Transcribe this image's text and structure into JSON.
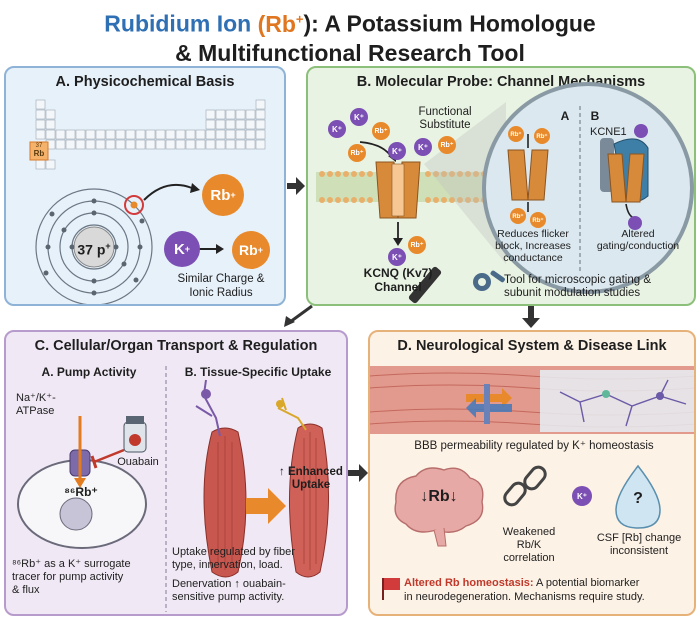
{
  "title": {
    "part1": "Rubidium Ion",
    "part2": "(Rb",
    "part2_sup": "+",
    "part3": "): A Potassium Homologue",
    "line2": "& Multifunctional Research Tool"
  },
  "panelA": {
    "heading": "A. Physicochemical Basis",
    "rb_cell_number": "37",
    "rb_cell_symbol": "Rb",
    "nucleus": "37 p",
    "nucleus_sup": "+",
    "rb_ion": "Rb",
    "k_ion": "K",
    "similar": "Similar Charge &",
    "similar2": "Ionic Radius"
  },
  "panelB": {
    "heading": "B. Molecular Probe: Channel Mechanisms",
    "functional": "Functional",
    "substitute": "Substitute",
    "channel_name": "KCNQ (Kv7)",
    "channel_word": "Channel",
    "sub_a": "A",
    "sub_b": "B",
    "kcne1": "KCNE1",
    "reduces1": "Reduces flicker",
    "reduces2": "block, Increases",
    "reduces3": "conductance",
    "altered1": "Altered",
    "altered2": "gating/conduction",
    "tool1": "Tool for microscopic gating &",
    "tool2": "subunit modulation studies"
  },
  "panelC": {
    "heading": "C. Cellular/Organ Transport & Regulation",
    "pump_title": "A. Pump Activity",
    "atpase1": "Na⁺/K⁺-",
    "atpase2": "ATPase",
    "ouabain": "Ouabain",
    "rb86": "⁸⁶Rb⁺",
    "tracer1": "⁸⁶Rb⁺ as a K⁺ surrogate",
    "tracer2": "tracer for pump activity",
    "tracer3": "& flux",
    "uptake_title": "B. Tissue-Specific Uptake",
    "enhanced1": "↑ Enhanced",
    "enhanced2": "Uptake",
    "reg1": "Uptake regulated by fiber",
    "reg2": "type, innervation, load.",
    "reg3": "Denervation ↑ ouabain-",
    "reg4": "sensitive pump activity."
  },
  "panelD": {
    "heading": "D. Neurological System & Disease Link",
    "bbb": "BBB permeability regulated by K⁺ homeostasis",
    "rb_brain": "↓Rb↓",
    "weak1": "Weakened",
    "weak2": "Rb/K",
    "weak3": "correlation",
    "csf1": "CSF [Rb] change",
    "csf2": "inconsistent",
    "question": "?",
    "altered_bold": "Altered Rb homeostasis:",
    "altered_rest": " A potential biomarker",
    "altered_line2": "in neurodegeneration. Mechanisms require study."
  },
  "colors": {
    "potassium": "#7b4fb3",
    "rubidium": "#e88a2b",
    "title_blue": "#2f6fb3",
    "title_orange": "#e0761f"
  }
}
